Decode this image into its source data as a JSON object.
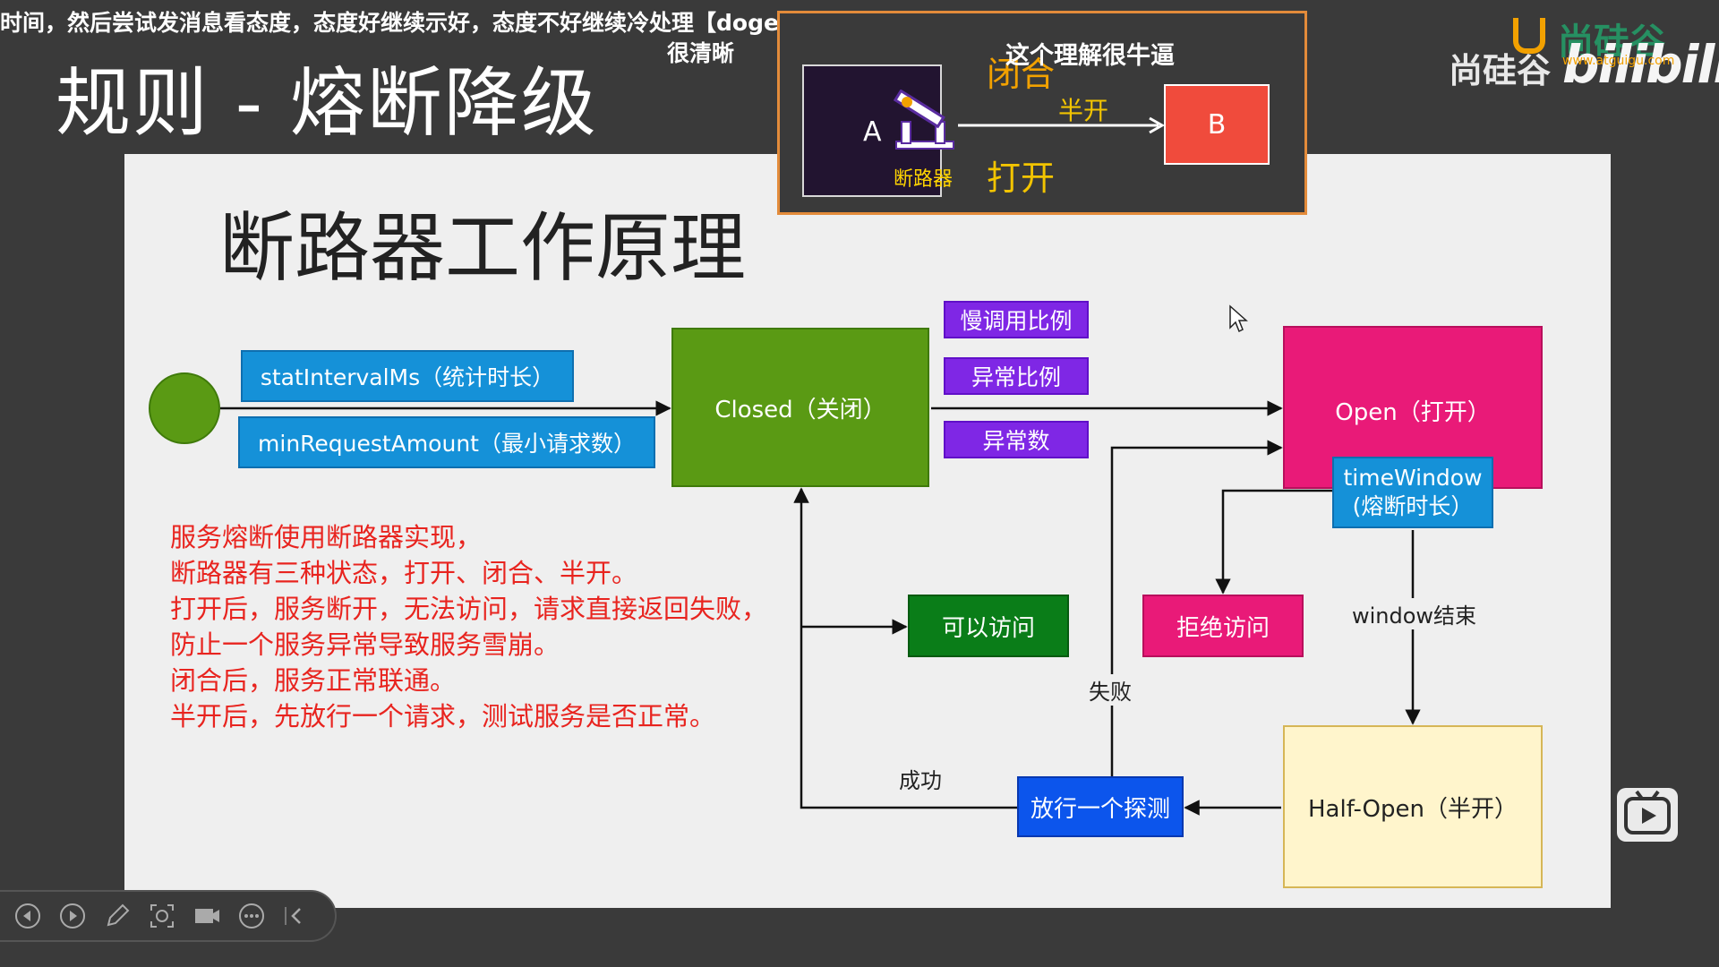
{
  "danmaku": [
    "时间，然后尝试发消息看态度，态度好继续示好，态度不好继续冷处理【doge】",
    "很清晰",
    "这个理解很牛逼"
  ],
  "header": {
    "title": "规则 - 熔断降级"
  },
  "logo": {
    "brand": "尚硅谷",
    "brand_overlay": "尚硅谷",
    "url": "www.atguigu.com",
    "site": "bilibili"
  },
  "overlay": {
    "a_label": "A",
    "breaker_label": "断路器",
    "closed_label": "闭合",
    "half_label": "半开",
    "open_label": "打开",
    "b_label": "B"
  },
  "slide": {
    "title": "断路器工作原理",
    "stat_interval": "statIntervalMs（统计时长）",
    "min_request": "minRequestAmount（最小请求数）",
    "closed": "Closed（关闭）",
    "slow_ratio": "慢调用比例",
    "error_ratio": "异常比例",
    "error_count": "异常数",
    "open": "Open（打开）",
    "time_window_1": "timeWindow",
    "time_window_2": "(熔断时长）",
    "reject": "拒绝访问",
    "access": "可以访问",
    "window_end": "window结束",
    "fail": "失败",
    "success": "成功",
    "probe": "放行一个探测",
    "half_open": "Half-Open（半开）",
    "notes": [
      "服务熔断使用断路器实现，",
      "断路器有三种状态，打开、闭合、半开。",
      "打开后，服务断开，无法访问，请求直接返回失败，",
      "防止一个服务异常导致服务雪崩。",
      "闭合后，服务正常联通。",
      "半开后，先放行一个请求，测试服务是否正常。"
    ]
  },
  "player": {
    "controls": [
      "prev-icon",
      "play-icon",
      "pen-icon",
      "screenshot-icon",
      "camera-icon",
      "more-icon",
      "collapse-icon"
    ]
  },
  "colors": {
    "green": "#5a9a14",
    "blue": "#1591d8",
    "purple": "#7f27e5",
    "pink": "#e91a78",
    "dark_green": "#0a7d18",
    "probe_blue": "#0c55ec",
    "half_yellow": "#fff5cc",
    "note_red": "#e8241f"
  }
}
